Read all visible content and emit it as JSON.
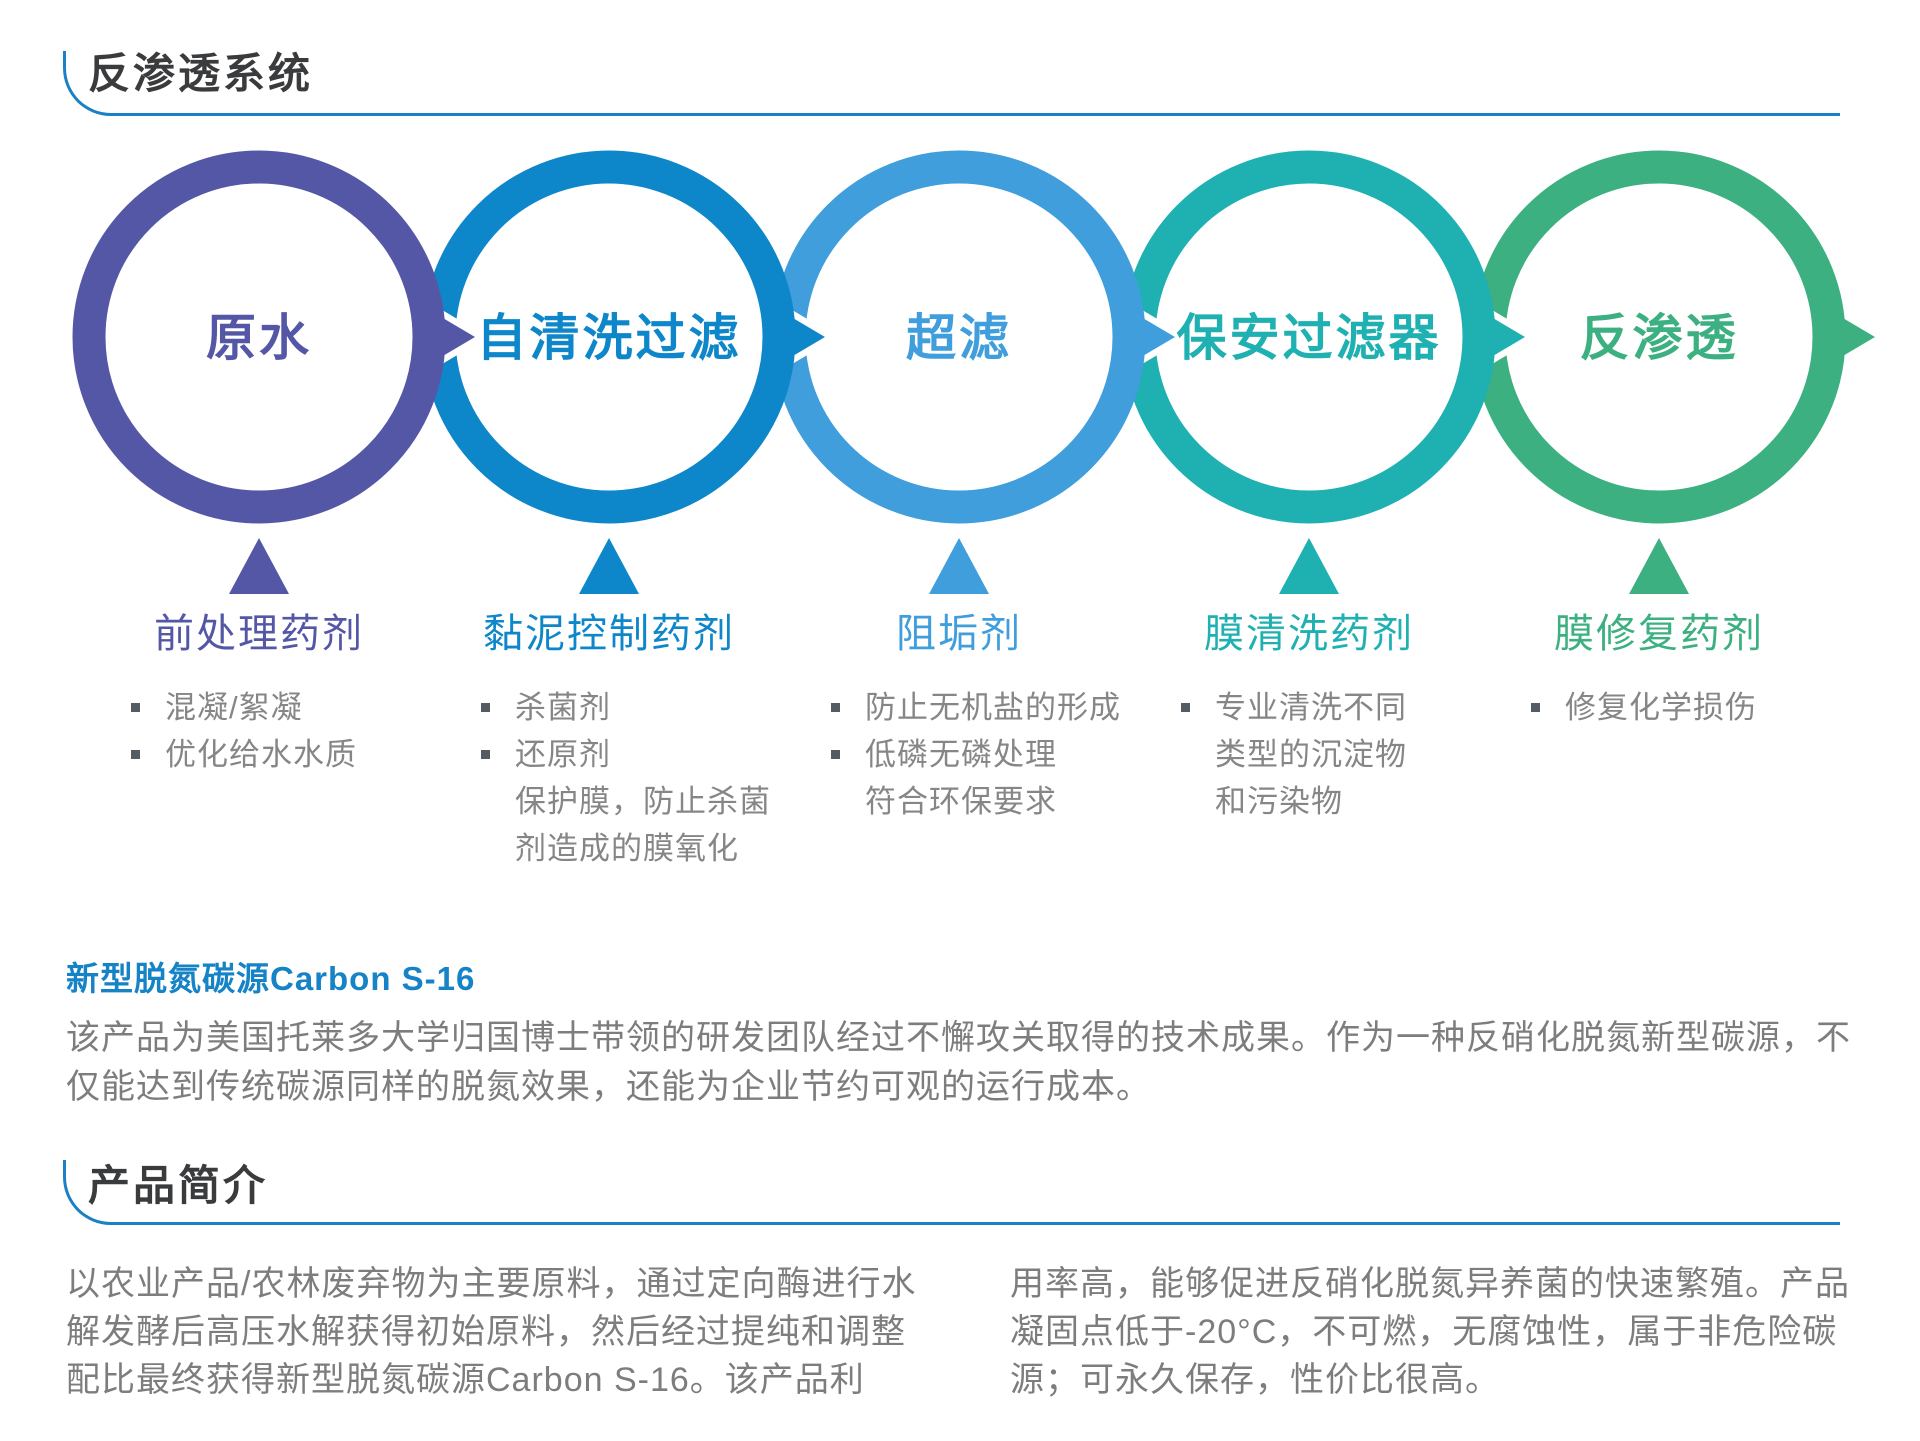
{
  "page": {
    "section1_title": "反渗透系统",
    "section2_title": "产品简介",
    "accent_line_color": "#1b80c4",
    "heading_color": "#3a3b3d",
    "body_text_color": "#7d7d7e"
  },
  "flow": {
    "stages": [
      {
        "name": "原水",
        "color": "#5457a6",
        "label": "前处理药剂",
        "bullets": [
          {
            "text": "混凝/絮凝"
          },
          {
            "text": "优化给水水质"
          }
        ]
      },
      {
        "name": "自清洗过滤",
        "color": "#0e87ca",
        "label": "黏泥控制药剂",
        "bullets": [
          {
            "text": "杀菌剂"
          },
          {
            "text": "还原剂",
            "cont": [
              "保护膜，防止杀菌",
              "剂造成的膜氧化"
            ]
          }
        ]
      },
      {
        "name": "超滤",
        "color": "#3f9edb",
        "label": "阻垢剂",
        "bullets": [
          {
            "text": "防止无机盐的形成"
          },
          {
            "text": "低磷无磷处理",
            "cont": [
              "符合环保要求"
            ]
          }
        ]
      },
      {
        "name": "保安过滤器",
        "color": "#1fb0b2",
        "label": "膜清洗药剂",
        "bullets": [
          {
            "text": "专业清洗不同",
            "cont": [
              "类型的沉淀物",
              "和污染物"
            ]
          }
        ]
      },
      {
        "name": "反渗透",
        "color": "#3cb080",
        "label": "膜修复药剂",
        "bullets": [
          {
            "text": "修复化学损伤"
          }
        ]
      }
    ]
  },
  "carbon": {
    "title": "新型脱氮碳源Carbon S-16",
    "title_color": "#1583c5",
    "body": "该产品为美国托莱多大学归国博士带领的研发团队经过不懈攻关取得的技术成果。作为一种反硝化脱氮新型碳源，不仅能达到传统碳源同样的脱氮效果，还能为企业节约可观的运行成本。"
  },
  "intro": {
    "left": "以农业产品/农林废弃物为主要原料，通过定向酶进行水解发酵后高压水解获得初始原料，然后经过提纯和调整配比最终获得新型脱氮碳源Carbon S-16。该产品利",
    "right": "用率高，能够促进反硝化脱氮异养菌的快速繁殖。产品凝固点低于-20°C，不可燃，无腐蚀性，属于非危险碳源；可永久保存，性价比很高。"
  }
}
